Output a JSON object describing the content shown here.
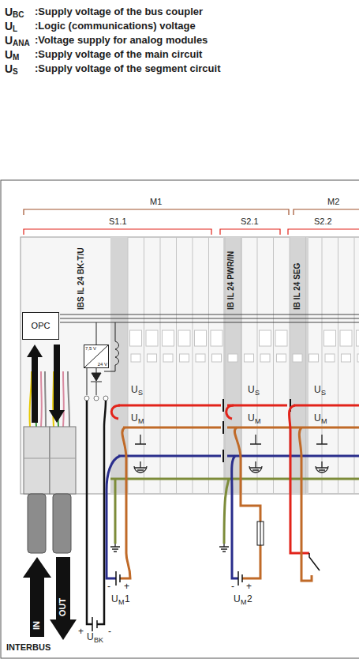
{
  "diagram": {
    "nodes": [
      {
        "text": [
          "OPC"
        ]
      },
      {
        "text": [
          "7,5 V",
          "24 V"
        ]
      }
    ],
    "labels": [
      "U",
      "BC",
      ":Supply voltage of the bus coupler",
      "U",
      "L",
      ":Logic (communications) voltage",
      "U",
      "ANA",
      ":Voltage supply for analog modules",
      "U",
      "M",
      ":Supply voltage of the main circuit",
      "U",
      "S",
      ":Supply voltage of the segment circuit",
      "M1",
      "M2",
      "S1.1",
      "S2.1",
      "S2.2",
      "IBS IL 24 BK-T/U",
      "IB IL 24 PWR/IN",
      "IB IL 24 SEG",
      "U",
      "S",
      "U",
      "M",
      "U",
      "S",
      "U",
      "M",
      "U",
      "S",
      "U",
      "M",
      "-",
      "+",
      "U",
      "M",
      "1",
      "-",
      "+",
      "U",
      "M",
      "2",
      "+",
      "-",
      "U",
      "BK",
      "IN",
      "OUT",
      "INTERBUS"
    ]
  }
}
